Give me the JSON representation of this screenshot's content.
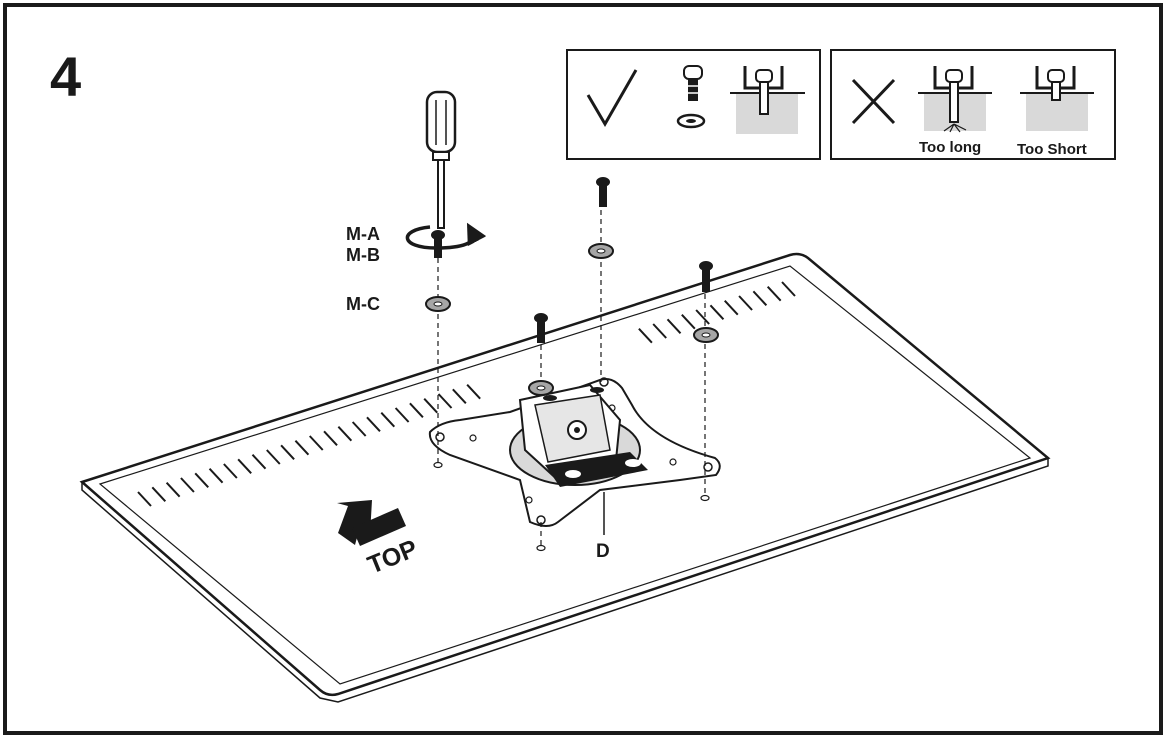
{
  "step": {
    "number": "4"
  },
  "callouts": {
    "screw_a": "M-A",
    "screw_b": "M-B",
    "washer": "M-C",
    "bracket": "D",
    "direction": "TOP"
  },
  "guide": {
    "correct_icon": "check-mark-icon",
    "wrong_icon": "x-mark-icon",
    "too_long": "Too long",
    "too_short": "Too Short"
  },
  "colors": {
    "ink": "#1a1a1a",
    "shade": "#d9d9d9"
  }
}
